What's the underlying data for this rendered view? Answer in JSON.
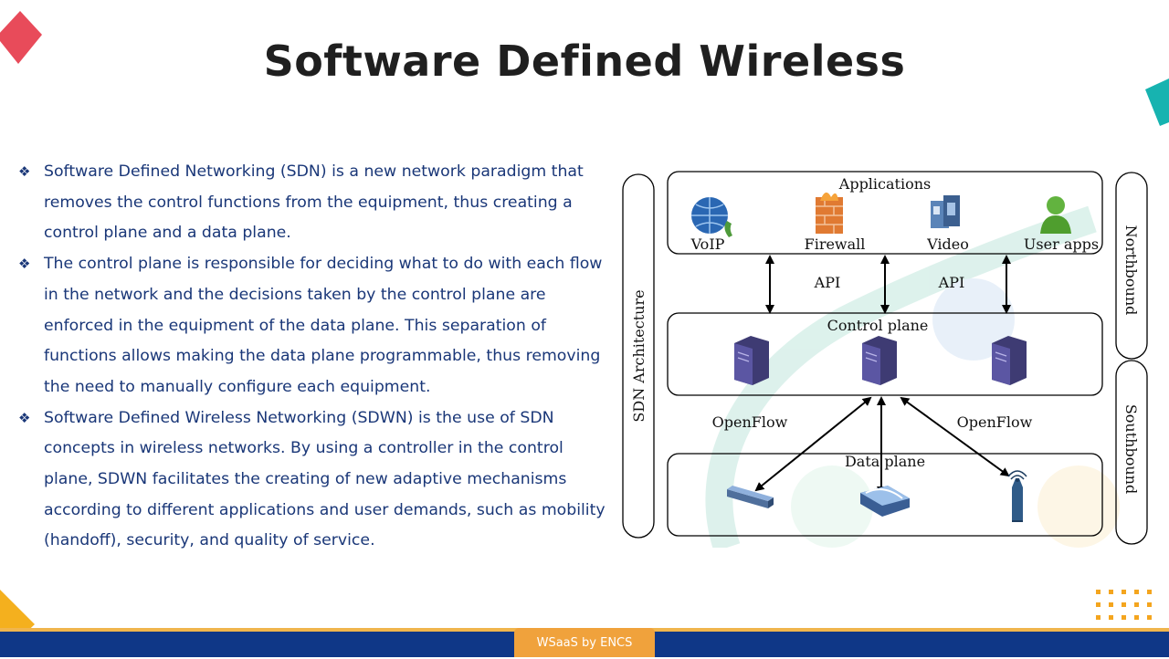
{
  "title": "Software Defined Wireless",
  "bullets": [
    "Software Defined Networking (SDN) is a new network paradigm that removes the control functions from the equipment, thus creating a control plane and a data plane.",
    "The control plane is responsible for deciding what to do with each flow in the network and the decisions taken by the control plane are enforced in the equipment of the data plane. This separation of functions allows making the data plane programmable, thus removing the need to manually configure each equipment.",
    "Software Defined Wireless Networking (SDWN) is the use of SDN concepts in wireless networks. By using a controller in the control plane, SDWN facilitates the creating of new adaptive mechanisms according to different applications and user demands, such as mobility (handoff), security, and quality of service."
  ],
  "diagram": {
    "architecture_label": "SDN Architecture",
    "northbound_label": "Northbound",
    "southbound_label": "Southbound",
    "applications": {
      "title": "Applications",
      "items": [
        "VoIP",
        "Firewall",
        "Video",
        "User apps"
      ]
    },
    "api_labels": [
      "API",
      "API"
    ],
    "control_plane": "Control plane",
    "openflow_labels": [
      "OpenFlow",
      "OpenFlow"
    ],
    "data_plane": "Data plane"
  },
  "footer": {
    "badge": "WSaaS by ENCS"
  },
  "colors": {
    "title": "#1f1f1f",
    "bullet_text": "#1a3778",
    "footer_band": "#0f3787",
    "badge": "#f0a23c",
    "accent_red": "#e84b5a",
    "accent_teal": "#17b3b0",
    "accent_yellow": "#f4b01e"
  }
}
